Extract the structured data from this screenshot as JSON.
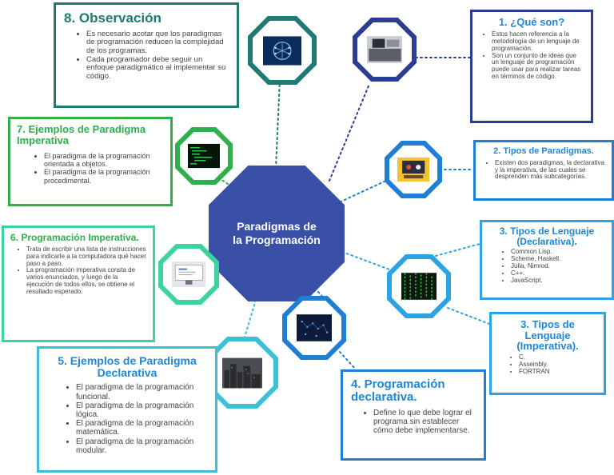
{
  "colors": {
    "blue_dark": "#2c3e94",
    "blue_mid": "#1f7fd6",
    "blue_light": "#2ba3e6",
    "teal": "#1e7a73",
    "green": "#2eb04b",
    "mint": "#3dd3a0",
    "cyan": "#3bc0d5",
    "center": "#3a4fa6",
    "title_blue": "#1e88d6"
  },
  "center": {
    "title": "Paradigmas de la Programación"
  },
  "boxes": {
    "que_son": {
      "title": "1. ¿Qué son?",
      "items": [
        "Estos hacen referencia a la metodología de un lenguaje de programación.",
        "Son un conjunto de ideas que un lenguaje de programación puede usar para realizar tareas en términos de código."
      ]
    },
    "tipos": {
      "title": "2. Tipos de Paradigmas.",
      "items": [
        "Existen dos paradigmas, la declarativa y la imperativa, de las cuales se desprenden más subcategorías."
      ]
    },
    "lenguaje_declarativa": {
      "title": "3. Tipos de Lenguaje (Declarativa).",
      "items": [
        "Common Lisp.",
        "Scheme, Haskell.",
        "Julia, Nimrod.",
        "C++.",
        "JavaScript."
      ]
    },
    "lenguaje_imperativa": {
      "title": "3. Tipos de Lenguaje (Imperativa).",
      "items": [
        "C.",
        "Assembly.",
        "FORTRAN"
      ]
    },
    "programacion_declarativa": {
      "title": "4. Programación declarativa.",
      "items": [
        "Define lo que debe lograr el programa sin establecer cómo debe implementarse."
      ]
    },
    "ejemplos_declarativa": {
      "title": "5. Ejemplos de Paradigma Declarativa",
      "items": [
        "El paradigma de la programación funcional.",
        "El paradigma de la programación lógica.",
        "El paradigma de la programación matemática.",
        "El paradigma de la programación modular."
      ]
    },
    "programacion_imperativa": {
      "title": "6. Programación Imperativa.",
      "items": [
        "Trata de escribir una lista de instrucciones para indicarle a la computadora qué hacer paso a paso.",
        "La programación imperativa consta de varios enunciados, y luego de la ejecución de todos ellos, se obtiene el resultado esperado."
      ]
    },
    "ejemplos_imperativa": {
      "title": "7. Ejemplos de Paradigma Imperativa",
      "items": [
        "El paradigma de la programación orientada a objetos.",
        "El paradigma de la programación procedimental."
      ]
    },
    "observacion": {
      "title": "8. Observación",
      "items": [
        "Es necesario acotar que los paradigmas de programación reducen la complejidad de los programas.",
        "Cada programador debe seguir un enfoque paradigmático al implementar su código."
      ]
    }
  },
  "icons": {
    "laptop": "laptop-photo-icon",
    "presentation": "presentation-icon",
    "matrix": "matrix-code-icon",
    "network": "network-data-icon",
    "city": "city-photo-icon",
    "screen": "screen-mockup-icon",
    "code": "green-code-icon",
    "brain": "ai-brain-icon"
  }
}
